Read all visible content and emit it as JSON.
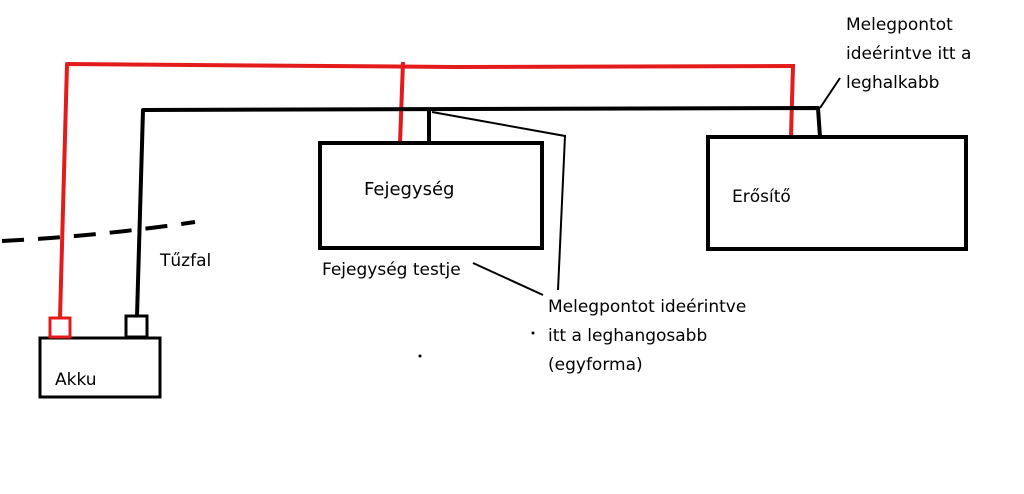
{
  "colors": {
    "positive_wire": "#e31b1b",
    "ground_wire": "#000000",
    "background": "#ffffff"
  },
  "labels": {
    "head_unit": "Fejegység",
    "amplifier": "Erősítő",
    "battery": "Akku",
    "firewall": "Tűzfal",
    "head_unit_body": "Fejegység testje",
    "amp_note_line1": "Melegpontot",
    "amp_note_line2": "ideérintve itt a",
    "amp_note_line3": "leghalkabb",
    "head_note_line1": "Melegpontot ideérintve",
    "head_note_line2": "itt a leghangosabb",
    "head_note_line3": "(egyforma)"
  }
}
